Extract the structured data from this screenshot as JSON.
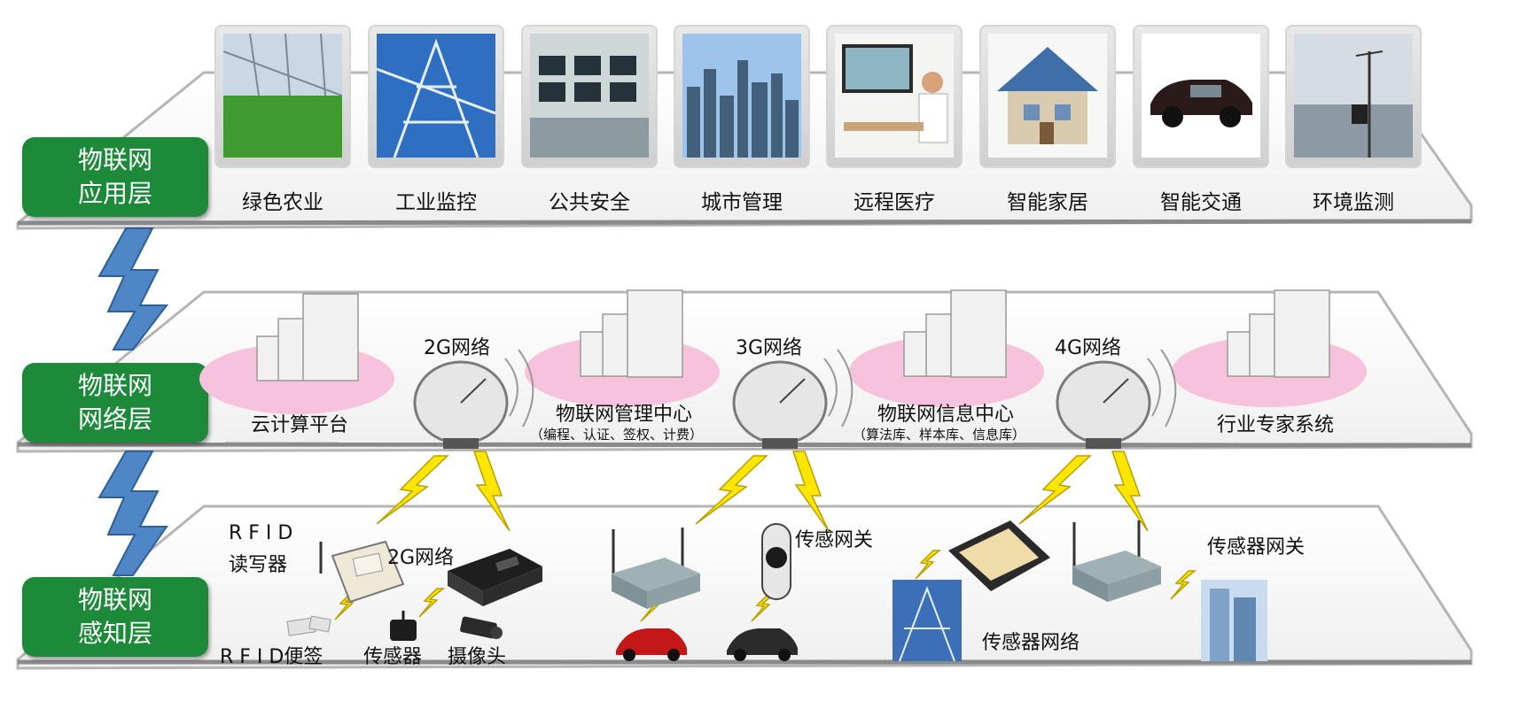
{
  "application_layer": {
    "label_line1": "物联网",
    "label_line2": "应用层",
    "items": [
      "绿色农业",
      "工业监控",
      "公共安全",
      "城市管理",
      "远程医疗",
      "智能家居",
      "智能交通",
      "环境监测"
    ]
  },
  "network_layer": {
    "label_line1": "物联网",
    "label_line2": "网络层",
    "cloud": "云计算平台",
    "net_2g": "2G网络",
    "net_3g": "3G网络",
    "net_4g": "4G网络",
    "mgmt_center": "物联网管理中心",
    "mgmt_center_detail": "（编程、认证、签权、计费）",
    "info_center": "物联网信息中心",
    "info_center_detail": "（算法库、样本库、信息库）",
    "expert_system": "行业专家系统"
  },
  "perception_layer": {
    "label_line1": "物联网",
    "label_line2": "感知层",
    "rfid_reader_line1": "R F I D",
    "rfid_reader_line2": "读写器",
    "net_2g": "2G网络",
    "rfid_tag": "R F I D便签",
    "sensor": "传感器",
    "camera": "摄像头",
    "sensor_gateway": "传感网关",
    "sensor_network": "传感器网络",
    "sensor_device_gateway": "传感器网关"
  },
  "colors": {
    "label_green": "#1d8a3a",
    "lightning_blue": "#4f86c6",
    "lightning_yellow": "#ffe600",
    "server_base_pink": "#f7c3dc"
  }
}
